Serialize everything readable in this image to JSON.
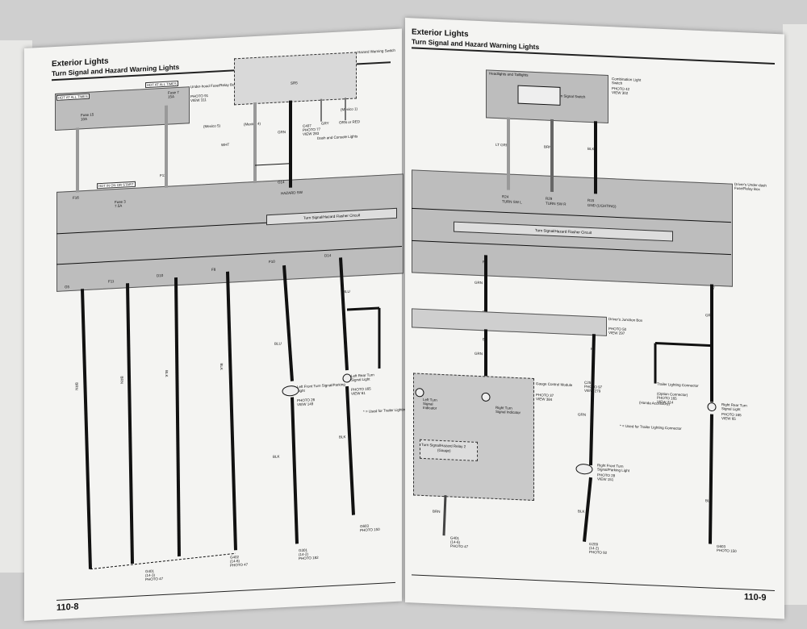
{
  "left": {
    "title": "Exterior Lights",
    "subtitle": "Turn Signal and Hazard Warning Lights",
    "page_number": "110-8",
    "hot_all_times_1": "HOT AT ALL TIMES",
    "hot_all_times_2": "HOT AT ALL TIMES",
    "hot_on_start": "HOT IN ON OR START",
    "fuse_box": "Under-hood Fuse/Relay Box",
    "fuse_box_photo": "PHOTO 91",
    "fuse_box_view": "VIEW 311",
    "fuse_15": "Fuse 15",
    "fuse_15_a": "10A",
    "fuse_7": "Fuse 7",
    "fuse_7_a": "15A",
    "fuse_3": "Fuse 3",
    "fuse_3_a": "7.5A",
    "hazard_sw": "Hazard Warning Switch",
    "mexico5": "(Mexico 5)",
    "mexico4": "(Mexico 4)",
    "mexico1": "(Mexico 1)",
    "c407": "C407",
    "c407_photo": "PHOTO 77",
    "c407_view": "VIEW 283",
    "dash_lights": "Dash and Console Lights",
    "gry": "GRY",
    "orn_red": "ORN or RED",
    "sr5": "SR5",
    "hazard_sw_lbl": "HAZARD SW",
    "flasher": "Turn Signal/Hazard Flasher Circuit",
    "wire_brn1": "BRN",
    "wire_brn2": "BRN",
    "wire_blk1": "BLK",
    "wire_blk2": "BLK",
    "wire_blu1": "BLU",
    "wire_blu2": "BLU",
    "wire_blk3": "BLK",
    "wire_blk4": "BLK",
    "wire_wht": "WHT",
    "wire_grn": "GRN",
    "lf_light": "Left Front Turn Signal/Parking Light",
    "lf_photo": "PHOTO 26",
    "lf_view": "VIEW 149",
    "lr_light": "Left Rear Turn Signal Light",
    "lr_photo": "PHOTO 165",
    "lr_view": "VIEW 61",
    "trailer_note": "* = Used for Trailer Lighting Connector",
    "g401": "G401",
    "g401_s": "(14-3)",
    "g401_photo": "PHOTO 47",
    "g402": "G402",
    "g402_s": "(14-6)",
    "g402_photo": "PHOTO 47",
    "g301": "G301",
    "g301_s": "(14-2)",
    "g301_photo": "PHOTO 182",
    "g603": "G603",
    "g603_photo": "PHOTO 150",
    "pins": [
      "F16",
      "F11",
      "G14",
      "G5",
      "F11",
      "D10",
      "F8",
      "F10",
      "D14"
    ]
  },
  "right": {
    "title": "Exterior Lights",
    "subtitle": "Turn Signal and Hazard Warning Lights",
    "page_number": "110-9",
    "headlights": "Headlights and Taillights",
    "turn_sw": "Turn Signal Switch",
    "combo_sw": "Combination Light Switch",
    "combo_photo": "PHOTO 42",
    "combo_view": "VIEW 302",
    "fuse_box": "Driver's Under-dash Fuse/Relay Box",
    "flasher": "Turn Signal/Hazard Flasher Circuit",
    "wire_ltgrn": "LT GRN",
    "wire_brn": "BRN",
    "wire_blk": "BLK",
    "turn_l": "TURN SW L",
    "turn_r": "TURN SW R",
    "gnd": "GND (LIGHTING)",
    "pin_r24": "R24",
    "pin_r29": "R29",
    "pin_r15": "R15",
    "pin_d7": "D7",
    "junction": "Driver's Junction Box",
    "junction_photo": "PHOTO 50",
    "junction_view": "VIEW 297",
    "gauge": "Gauge Control Module",
    "gauge_photo": "PHOTO 37",
    "gauge_view": "VIEW 384",
    "left_ind": "Left Turn Signal Indicator",
    "right_ind": "Right Turn Signal Indicator",
    "relay2": "Turn Signal/Hazard Relay 2",
    "relay2_sub": "(Gauge)",
    "c252": "C252",
    "c252_photo": "PHOTO 97",
    "c252_view": "VIEW 279",
    "trailer_conn": "Trailer Lighting Connector",
    "trailer_conn_sub": "(Option Connector)",
    "trailer_photo": "PHOTO 165",
    "trailer_view": "VIEW 214",
    "honda_acc": "(Honda Accessory)",
    "trailer_note": "* = Used for Trailer Lighting Connector",
    "rf_light": "Right Front Turn Signal/Parking Light",
    "rf_photo": "PHOTO 28",
    "rf_view": "VIEW 151",
    "rr_light": "Right Rear Turn Signal Light",
    "rr_photo": "PHOTO 165",
    "rr_view": "VIEW 65",
    "g401": "G401",
    "g401_s": "(14-6)",
    "g401_photo": "PHOTO 47",
    "g209": "G209",
    "g209_s": "(14-2)",
    "g209_photo": "PHOTO 92",
    "g603": "G603",
    "g603_photo": "PHOTO 150",
    "wire_grn1": "GRN",
    "wire_grn2": "GRN",
    "wire_grn3": "GRN",
    "wire_grn4": "GRN",
    "wire_blk2": "BLK",
    "wire_blk3": "BLK",
    "wire_brn2": "BRN",
    "pin_f9": "F9",
    "pin_f3": "F3",
    "pin_e5": "E5",
    "pin_h6": "H6"
  }
}
